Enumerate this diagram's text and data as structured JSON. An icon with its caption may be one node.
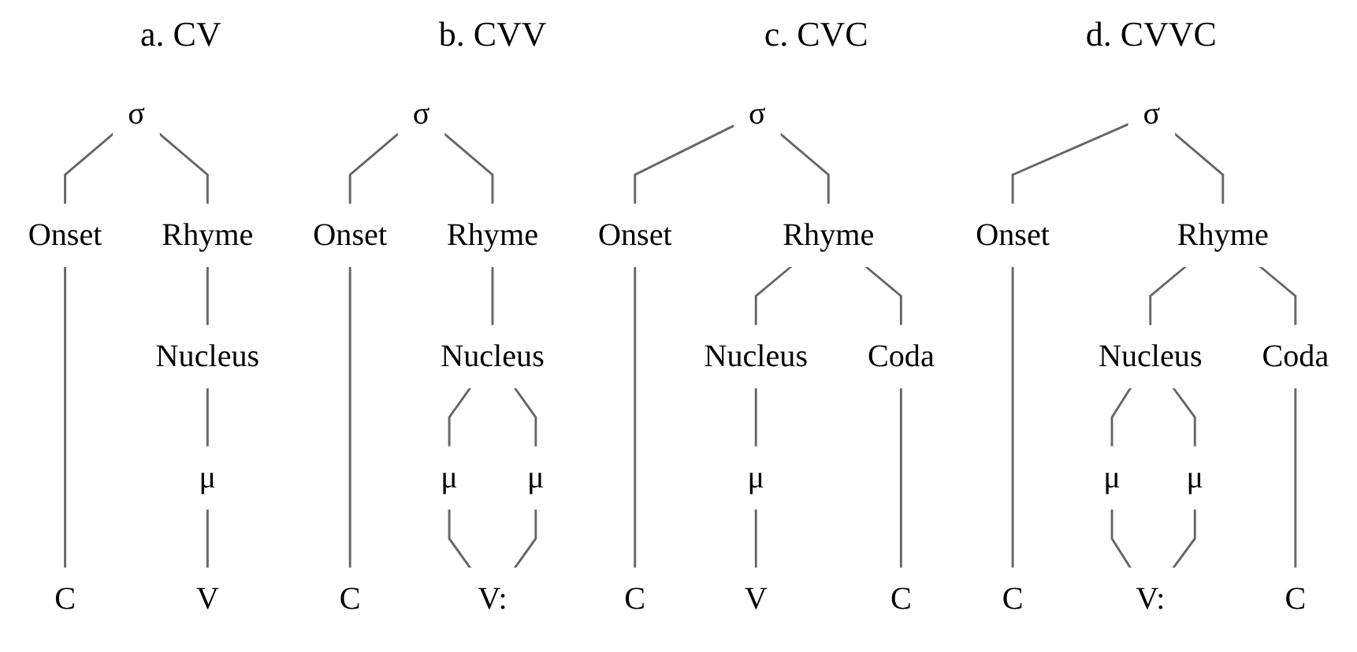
{
  "diagram": {
    "nodes": [
      {
        "text": [
          "σ"
        ]
      },
      {
        "text": [
          "Onset"
        ]
      },
      {
        "text": [
          "Rhyme"
        ]
      },
      {
        "text": [
          "Nucleus"
        ]
      },
      {
        "text": [
          "μ"
        ]
      },
      {
        "text": [
          "C"
        ]
      },
      {
        "text": [
          "V"
        ]
      },
      {
        "text": [
          "σ"
        ]
      },
      {
        "text": [
          "Onset"
        ]
      },
      {
        "text": [
          "Rhyme"
        ]
      },
      {
        "text": [
          "Nucleus"
        ]
      },
      {
        "text": [
          "μ"
        ]
      },
      {
        "text": [
          "μ"
        ]
      },
      {
        "text": [
          "C"
        ]
      },
      {
        "text": [
          "V:"
        ]
      },
      {
        "text": [
          "σ"
        ]
      },
      {
        "text": [
          "Onset"
        ]
      },
      {
        "text": [
          "Rhyme"
        ]
      },
      {
        "text": [
          "Nucleus"
        ]
      },
      {
        "text": [
          "Coda"
        ]
      },
      {
        "text": [
          "μ"
        ]
      },
      {
        "text": [
          "C"
        ]
      },
      {
        "text": [
          "V"
        ]
      },
      {
        "text": [
          "C"
        ]
      },
      {
        "text": [
          "σ"
        ]
      },
      {
        "text": [
          "Onset"
        ]
      },
      {
        "text": [
          "Rhyme"
        ]
      },
      {
        "text": [
          "Nucleus"
        ]
      },
      {
        "text": [
          "Coda"
        ]
      },
      {
        "text": [
          "μ"
        ]
      },
      {
        "text": [
          "μ"
        ]
      },
      {
        "text": [
          "C"
        ]
      },
      {
        "text": [
          "V:"
        ]
      },
      {
        "text": [
          "C"
        ]
      }
    ],
    "edges": [
      {
        "from": 0,
        "to": 1,
        "arrow": "none"
      },
      {
        "from": 0,
        "to": 2,
        "arrow": "none"
      },
      {
        "from": 2,
        "to": 3,
        "arrow": "none"
      },
      {
        "from": 3,
        "to": 4,
        "arrow": "none"
      },
      {
        "from": 4,
        "to": 6,
        "arrow": "none"
      },
      {
        "from": 1,
        "to": 5,
        "arrow": "none"
      },
      {
        "from": 7,
        "to": 8,
        "arrow": "none"
      },
      {
        "from": 7,
        "to": 9,
        "arrow": "none"
      },
      {
        "from": 9,
        "to": 10,
        "arrow": "none"
      },
      {
        "from": 10,
        "to": 11,
        "arrow": "none"
      },
      {
        "from": 10,
        "to": 12,
        "arrow": "none"
      },
      {
        "from": 11,
        "to": 14,
        "arrow": "none"
      },
      {
        "from": 12,
        "to": 14,
        "arrow": "none"
      },
      {
        "from": 8,
        "to": 13,
        "arrow": "none"
      },
      {
        "from": 15,
        "to": 16,
        "arrow": "none"
      },
      {
        "from": 15,
        "to": 17,
        "arrow": "none"
      },
      {
        "from": 17,
        "to": 18,
        "arrow": "none"
      },
      {
        "from": 17,
        "to": 19,
        "arrow": "none"
      },
      {
        "from": 18,
        "to": 20,
        "arrow": "none"
      },
      {
        "from": 20,
        "to": 22,
        "arrow": "none"
      },
      {
        "from": 16,
        "to": 21,
        "arrow": "none"
      },
      {
        "from": 19,
        "to": 23,
        "arrow": "none"
      },
      {
        "from": 24,
        "to": 25,
        "arrow": "none"
      },
      {
        "from": 24,
        "to": 26,
        "arrow": "none"
      },
      {
        "from": 26,
        "to": 27,
        "arrow": "none"
      },
      {
        "from": 26,
        "to": 28,
        "arrow": "none"
      },
      {
        "from": 27,
        "to": 29,
        "arrow": "none"
      },
      {
        "from": 27,
        "to": 30,
        "arrow": "none"
      },
      {
        "from": 29,
        "to": 32,
        "arrow": "none"
      },
      {
        "from": 30,
        "to": 32,
        "arrow": "none"
      },
      {
        "from": 25,
        "to": 31,
        "arrow": "none"
      },
      {
        "from": 28,
        "to": 33,
        "arrow": "none"
      }
    ],
    "labels": [
      "a. CV",
      "b. CVV",
      "c. CVC",
      "d. CVVC"
    ]
  }
}
